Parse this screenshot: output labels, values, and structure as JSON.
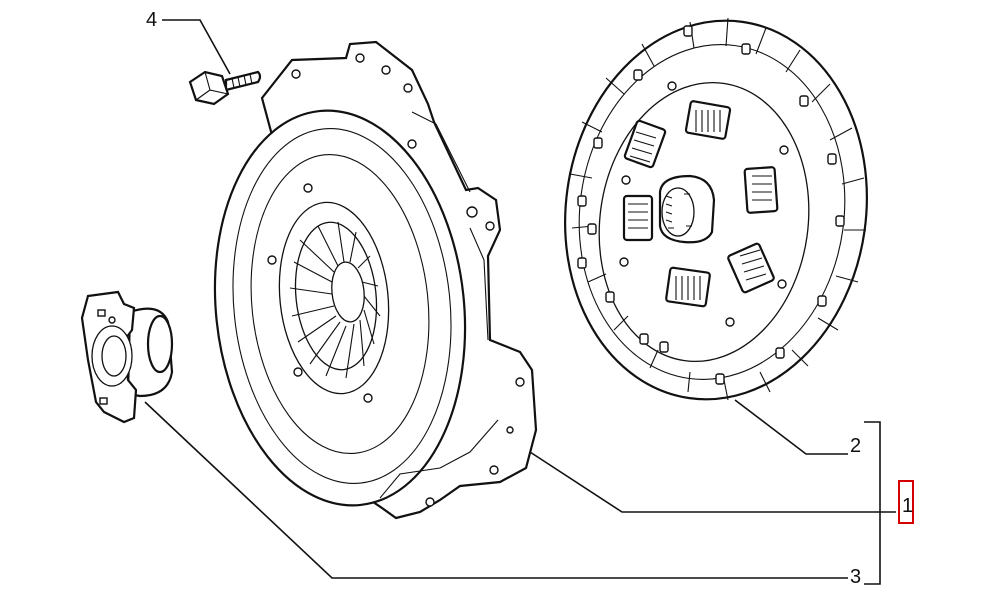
{
  "diagram": {
    "callouts": [
      {
        "id": "4",
        "label": "4"
      },
      {
        "id": "2",
        "label": "2"
      },
      {
        "id": "1",
        "label": "1"
      },
      {
        "id": "3",
        "label": "3"
      }
    ],
    "highlight_color": "#d40000",
    "line_color": "#111111",
    "background": "#ffffff"
  }
}
